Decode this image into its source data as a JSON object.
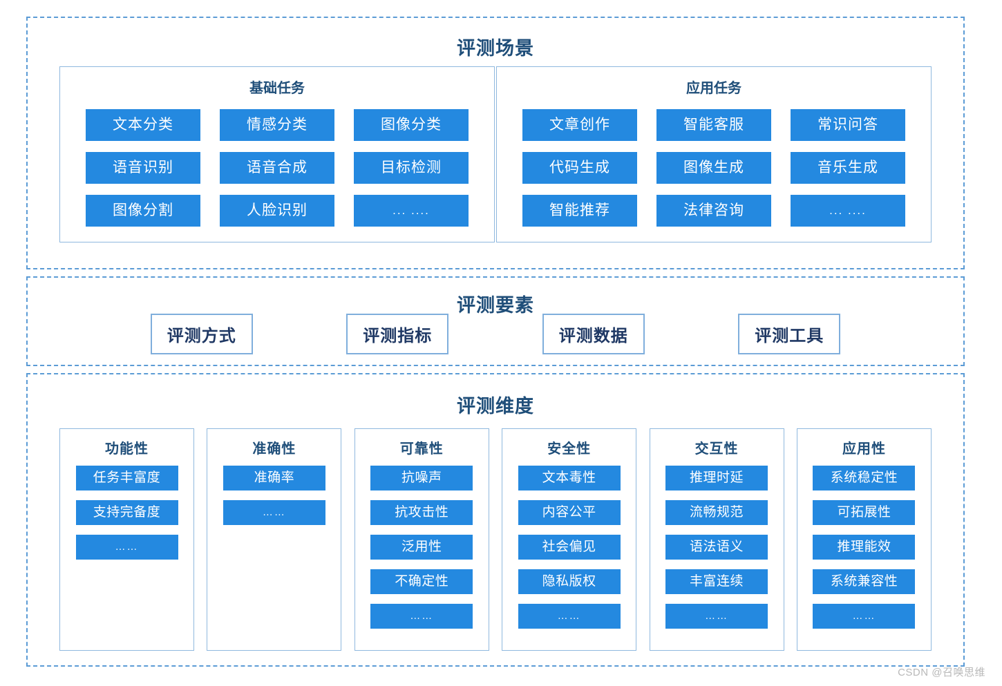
{
  "sections": {
    "scenarios": {
      "title": "评测场景",
      "panels": [
        {
          "title": "基础任务",
          "tiles": [
            "文本分类",
            "情感分类",
            "图像分类",
            "语音识别",
            "语音合成",
            "目标检测",
            "图像分割",
            "人脸识别",
            "... ...."
          ]
        },
        {
          "title": "应用任务",
          "tiles": [
            "文章创作",
            "智能客服",
            "常识问答",
            "代码生成",
            "图像生成",
            "音乐生成",
            "智能推荐",
            "法律咨询",
            "... ...."
          ]
        }
      ]
    },
    "elements": {
      "title": "评测要素",
      "items": [
        "评测方式",
        "评测指标",
        "评测数据",
        "评测工具"
      ]
    },
    "dimensions": {
      "title": "评测维度",
      "columns": [
        {
          "title": "功能性",
          "items": [
            "任务丰富度",
            "支持完备度",
            "……"
          ]
        },
        {
          "title": "准确性",
          "items": [
            "准确率",
            "……"
          ]
        },
        {
          "title": "可靠性",
          "items": [
            "抗噪声",
            "抗攻击性",
            "泛用性",
            "不确定性",
            "……"
          ]
        },
        {
          "title": "安全性",
          "items": [
            "文本毒性",
            "内容公平",
            "社会偏见",
            "隐私版权",
            "……"
          ]
        },
        {
          "title": "交互性",
          "items": [
            "推理时延",
            "流畅规范",
            "语法语义",
            "丰富连续",
            "……"
          ]
        },
        {
          "title": "应用性",
          "items": [
            "系统稳定性",
            "可拓展性",
            "推理能效",
            "系统兼容性",
            "……"
          ]
        }
      ]
    }
  },
  "watermark": "CSDN @召唤思维",
  "colors": {
    "tile_fill": "#2489E0",
    "dashed_border": "#5B9BD5",
    "panel_border": "#8FB8DE",
    "title_text": "#1F4E79",
    "tile_text": "#FFFFFF"
  }
}
